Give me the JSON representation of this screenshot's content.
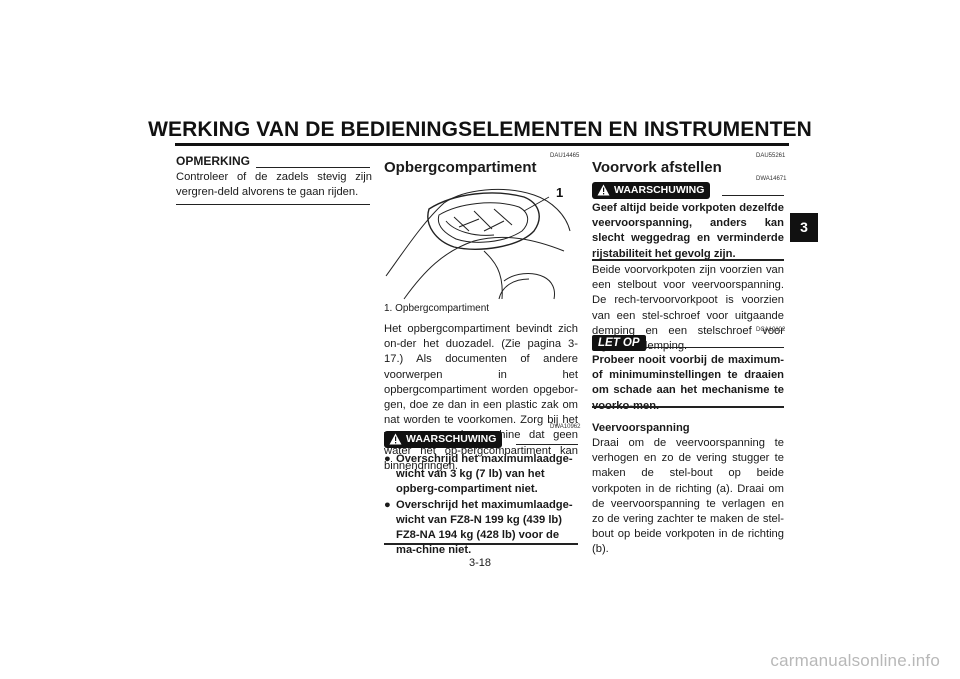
{
  "header": {
    "title": "WERKING VAN DE BEDIENINGSELEMENTEN EN INSTRUMENTEN",
    "tab": "3"
  },
  "left": {
    "note_heading": "OPMERKING",
    "note_text": "Controleer of de zadels stevig zijn vergren-deld alvorens te gaan rijden."
  },
  "middle": {
    "code": "DAU14465",
    "title": "Opbergcompartiment",
    "figure_callout": "1",
    "figure_caption": "1. Opbergcompartiment",
    "body": "Het opbergcompartiment bevindt zich on-der het duozadel. (Zie pagina 3-17.) Als documenten of andere voorwerpen in het opbergcompartiment worden opgebor-gen, doe ze dan in een plastic zak om nat worden te voorkomen. Zorg bij het wassen van de machine dat geen water het op-bergcompartiment kan binnendringen.",
    "warning_code": "DWA10962",
    "warning_label": "WAARSCHUWING",
    "warning_items": [
      "Overschrijd het maximumlaadge-wicht van 3 kg (7 lb) van het opberg-compartiment niet.",
      "Overschrijd het maximumlaadge-wicht van FZ8-N 199 kg (439 lb) FZ8-NA 194 kg (428 lb) voor de ma-chine niet."
    ]
  },
  "right": {
    "code": "DAU55261",
    "title": "Voorvork afstellen",
    "warning_code": "DWA14671",
    "warning_label": "WAARSCHUWING",
    "warning_text": "Geef altijd beide vorkpoten dezelfde veervoorspanning, anders kan slecht weggedrag en verminderde rijstabiliteit het gevolg zijn.",
    "body1": "Beide voorvorkpoten zijn voorzien van een stelbout voor veervoorspanning. De rech-tervoorvorkpoot is voorzien van een stel-schroef voor uitgaande demping en een stelschroef voor ingaande demping.",
    "caution_code": "DCA10102",
    "caution_label": "LET OP",
    "caution_text": "Probeer nooit voorbij de maximum- of minimuminstellingen te draaien om schade aan het mechanisme te voorko-men.",
    "sub_heading": "Veervoorspanning",
    "body2": "Draai om de veervoorspanning te verhogen en zo de vering stugger te maken de stel-bout op beide vorkpoten in de richting (a). Draai om de veervoorspanning te verlagen en zo de vering zachter te maken de stel-bout op beide vorkpoten in de richting (b)."
  },
  "footer": {
    "page_number": "3-18",
    "watermark": "carmanualsonline.info"
  }
}
